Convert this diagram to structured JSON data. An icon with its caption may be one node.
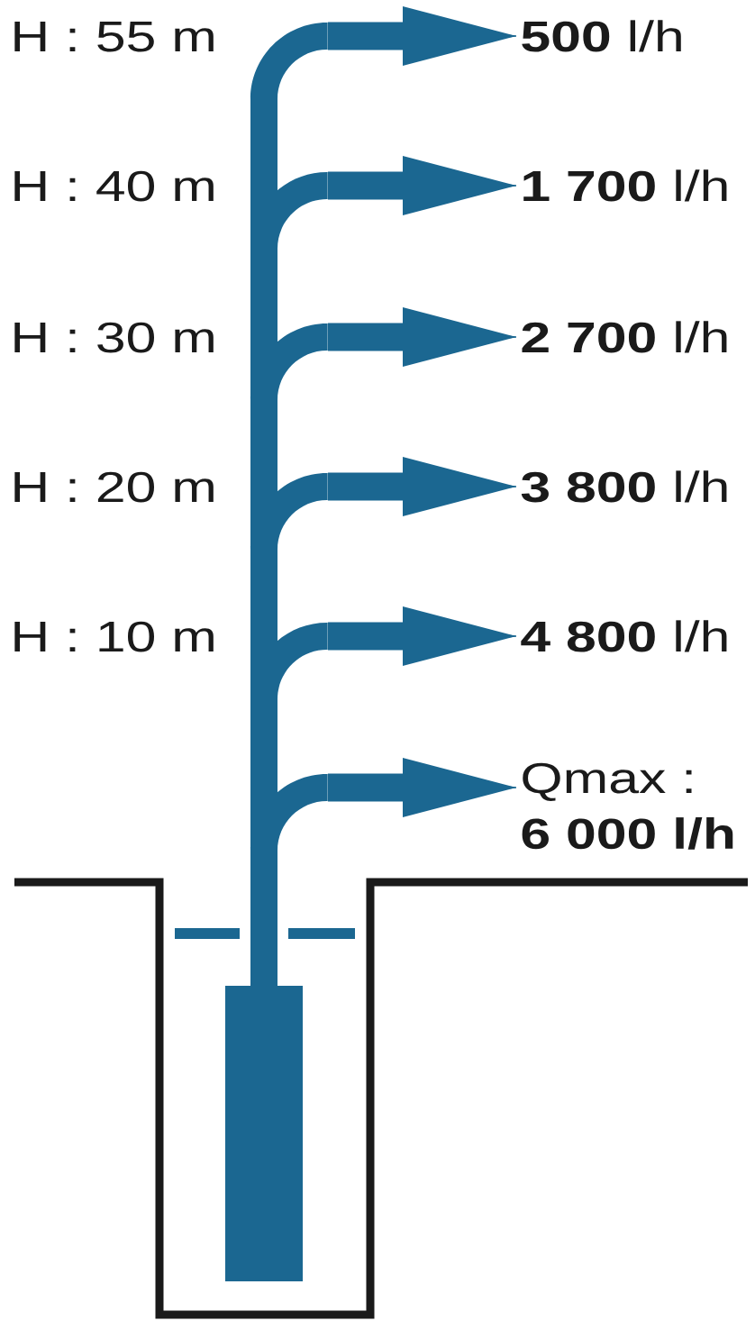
{
  "diagram": {
    "nodes": [
      {
        "text": [
          "**500** l/h"
        ]
      },
      {
        "text": [
          "**1 700** l/h"
        ]
      },
      {
        "text": [
          "**2 700** l/h"
        ]
      },
      {
        "text": [
          "**3 800** l/h"
        ]
      },
      {
        "text": [
          "**4 800** l/h"
        ]
      },
      {
        "text": [
          "Qmax : **6 000 l/h**"
        ]
      },
      {
        "text": [],
        "shape": "pipe"
      },
      {
        "text": [],
        "shape": "box"
      }
    ],
    "edges": [
      {
        "from": 6,
        "to": 0,
        "arrow": "to"
      },
      {
        "from": 6,
        "to": 1,
        "arrow": "to"
      },
      {
        "from": 6,
        "to": 2,
        "arrow": "to"
      },
      {
        "from": 6,
        "to": 3,
        "arrow": "to"
      },
      {
        "from": 6,
        "to": 4,
        "arrow": "to"
      },
      {
        "from": 6,
        "to": 5,
        "arrow": "to"
      }
    ],
    "labels": [
      "H : 55 m",
      "H : 40 m",
      "H : 30 m",
      "H : 20 m",
      "H : 10 m"
    ]
  }
}
